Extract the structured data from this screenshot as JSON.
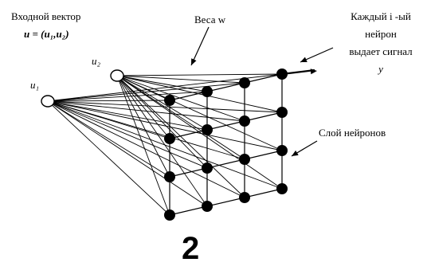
{
  "labels": {
    "input_vector_title": "Входной вектор",
    "input_vector_formula": "u = (u₁,u₂)",
    "weights": "Веса w",
    "output_line1": "Каждый i -ый",
    "output_line2": "нейрон",
    "output_line3": "выдает сигнал",
    "output_line4": "y",
    "layer": "Слой нейронов",
    "input_u1": "u₁",
    "input_u2": "u₂",
    "figure_number": "2"
  },
  "network": {
    "inputs": 2,
    "grid_rows": 4,
    "grid_cols": 4,
    "neurons": 16
  },
  "colors": {
    "ink": "#000000",
    "background": "#ffffff"
  }
}
